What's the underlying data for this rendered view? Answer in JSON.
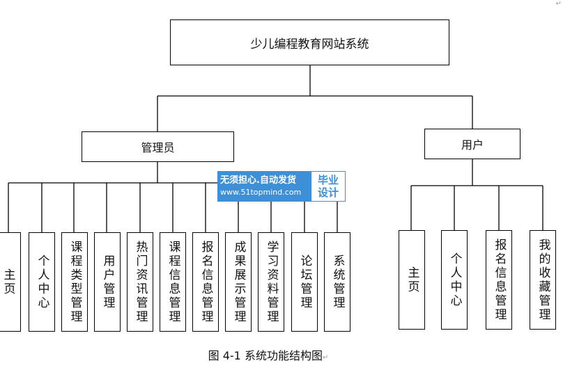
{
  "root": "少儿编程教育网站系统",
  "admin": {
    "label": "管理员",
    "items": [
      "主页",
      "个人中心",
      "课程类型管理",
      "用户管理",
      "热门资讯管理",
      "课程信息管理",
      "报名信息管理",
      "成果展示管理",
      "学习资料管理",
      "论坛管理",
      "系统管理"
    ]
  },
  "user": {
    "label": "用户",
    "items": [
      "主页",
      "个人中心",
      "报名信息管理",
      "我的收藏管理"
    ]
  },
  "watermark": {
    "line1": "无须担心.自动发货",
    "line2": "www.51topmind.com",
    "badge_top": "毕业",
    "badge_bottom": "设计"
  },
  "caption": "图 4-1  系统功能结构图",
  "paragraph_mark": "↵"
}
